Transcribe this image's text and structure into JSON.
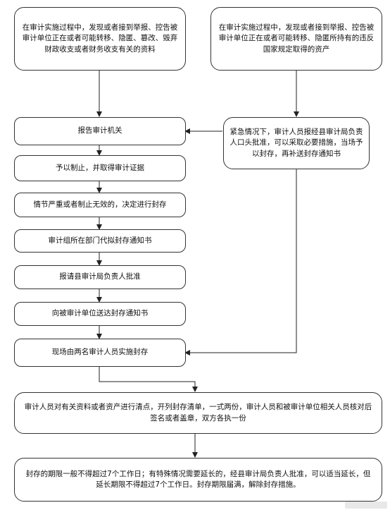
{
  "top_left_box": {
    "text": "在审计实施过程中，发现或者接到举报、控告被审计单位正在或者可能转移、隐匿、篡改、毁弃财政收支或者财务收支有关的资料"
  },
  "top_right_box": {
    "text": "在审计实施过程中，发现或者接到举报、控告被审计单位正在或者可能转移、隐匿所持有的违反国家规定取得的资产"
  },
  "emergency_box": {
    "text": "紧急情况下，审计人员报经县审计局负责人口头批准，可以采取必要措施，当场予以封存，再补送封存通知书"
  },
  "steps": [
    "报告审计机关",
    "予以制止，并取得审计证据",
    "情节严重或者制止无效的，决定进行封存",
    "审计组所在部门代拟封存通知书",
    "报请县审计局负责人批准",
    "向被审计单位送达封存通知书",
    "现场由两名审计人员实施封存"
  ],
  "inventory_box": {
    "text": "审计人员对有关资料或者资产进行清点，开列封存清单，一式两份，审计人员和被审计单位相关人员核对后签名或者盖章，双方各执一份"
  },
  "deadline_box": {
    "text": "封存的期限一般不得超过7个工作日；有特殊情况需要延长的，经县审计局负责人批准，可以适当延长，但延长期限不得超过7个工作日。封存期限届满，解除封存措施。"
  }
}
